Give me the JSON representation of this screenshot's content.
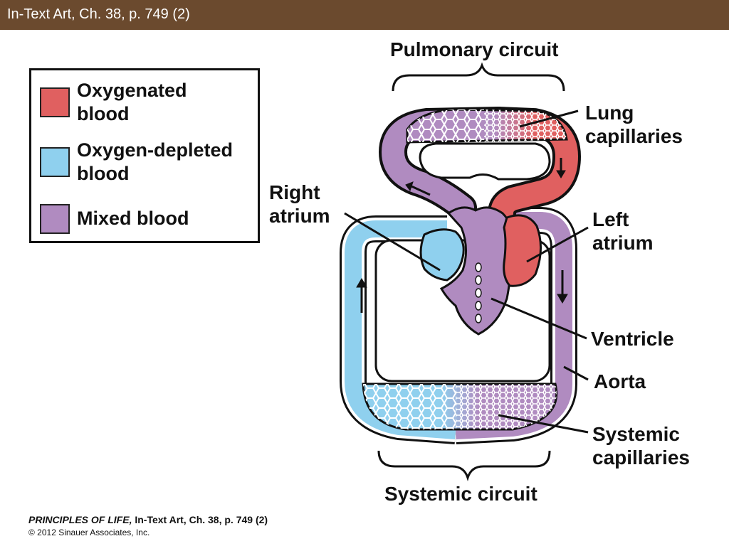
{
  "header": {
    "title": "In-Text Art, Ch. 38, p. 749 (2)"
  },
  "legend": {
    "items": [
      {
        "label": "Oxygenated\nblood",
        "color": "#e06060"
      },
      {
        "label": "Oxygen-depleted\nblood",
        "color": "#8fd0ee"
      },
      {
        "label": "Mixed blood",
        "color": "#b08bc0"
      }
    ]
  },
  "labels": {
    "pulmonary_circuit": "Pulmonary circuit",
    "lung_capillaries": "Lung\ncapillaries",
    "right_atrium": "Right\natrium",
    "left_atrium": "Left\natrium",
    "ventricle": "Ventricle",
    "aorta": "Aorta",
    "systemic_capillaries": "Systemic\ncapillaries",
    "systemic_circuit": "Systemic circuit"
  },
  "footer": {
    "book_title": "PRINCIPLES OF LIFE,",
    "reference": " In-Text Art, Ch. 38, p. 749 (2)",
    "copyright": "© 2012 Sinauer Associates, Inc."
  }
}
